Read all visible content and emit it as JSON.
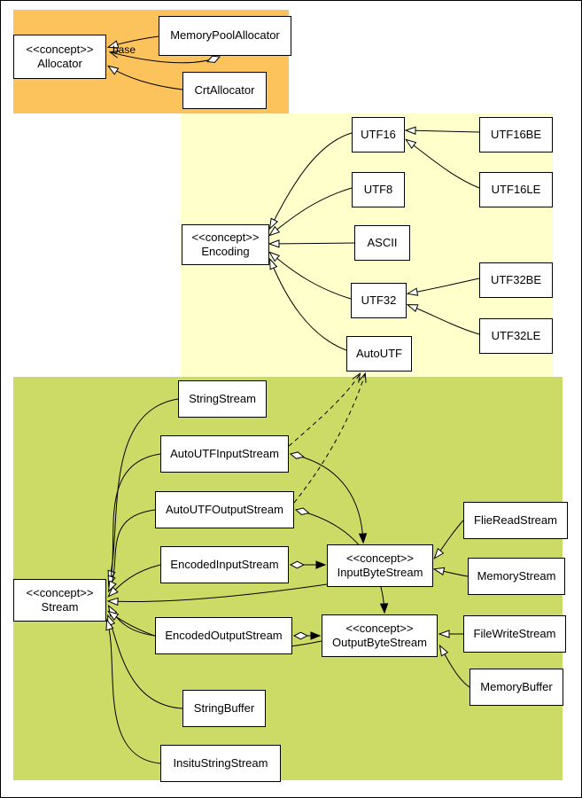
{
  "diagram": {
    "kind": "uml-architecture-diagram",
    "regions": {
      "allocator": {
        "color": "#fcc25c"
      },
      "encoding": {
        "color": "#ffffcc"
      },
      "stream": {
        "color": "#ccdb66"
      }
    }
  },
  "nodes": {
    "allocator": {
      "stereotype": "<<concept>>",
      "name": "Allocator"
    },
    "memory_pool_allocator": {
      "name": "MemoryPoolAllocator"
    },
    "crt_allocator": {
      "name": "CrtAllocator"
    },
    "encoding": {
      "stereotype": "<<concept>>",
      "name": "Encoding"
    },
    "utf16": {
      "name": "UTF16"
    },
    "utf8": {
      "name": "UTF8"
    },
    "ascii": {
      "name": "ASCII"
    },
    "utf32": {
      "name": "UTF32"
    },
    "autoutf": {
      "name": "AutoUTF"
    },
    "utf16be": {
      "name": "UTF16BE"
    },
    "utf16le": {
      "name": "UTF16LE"
    },
    "utf32be": {
      "name": "UTF32BE"
    },
    "utf32le": {
      "name": "UTF32LE"
    },
    "stream": {
      "stereotype": "<<concept>>",
      "name": "Stream"
    },
    "string_stream": {
      "name": "StringStream"
    },
    "autoutf_input_stream": {
      "name": "AutoUTFInputStream"
    },
    "autoutf_output_stream": {
      "name": "AutoUTFOutputStream"
    },
    "encoded_input_stream": {
      "name": "EncodedInputStream"
    },
    "encoded_output_stream": {
      "name": "EncodedOutputStream"
    },
    "string_buffer": {
      "name": "StringBuffer"
    },
    "insitu_string_stream": {
      "name": "InsituStringStream"
    },
    "input_byte_stream": {
      "stereotype": "<<concept>>",
      "name": "InputByteStream"
    },
    "output_byte_stream": {
      "stereotype": "<<concept>>",
      "name": "OutputByteStream"
    },
    "flie_read_stream": {
      "name": "FlieReadStream"
    },
    "memory_stream": {
      "name": "MemoryStream"
    },
    "file_write_stream": {
      "name": "FileWriteStream"
    },
    "memory_buffer": {
      "name": "MemoryBuffer"
    }
  },
  "edge_labels": {
    "base": "base"
  },
  "relationships": [
    {
      "from": "MemoryPoolAllocator",
      "to": "Allocator",
      "type": "realization"
    },
    {
      "from": "MemoryPoolAllocator",
      "to": "Allocator",
      "type": "aggregation",
      "label": "base"
    },
    {
      "from": "CrtAllocator",
      "to": "Allocator",
      "type": "realization"
    },
    {
      "from": "UTF16",
      "to": "Encoding",
      "type": "realization"
    },
    {
      "from": "UTF8",
      "to": "Encoding",
      "type": "realization"
    },
    {
      "from": "ASCII",
      "to": "Encoding",
      "type": "realization"
    },
    {
      "from": "UTF32",
      "to": "Encoding",
      "type": "realization"
    },
    {
      "from": "AutoUTF",
      "to": "Encoding",
      "type": "realization"
    },
    {
      "from": "UTF16BE",
      "to": "UTF16",
      "type": "realization"
    },
    {
      "from": "UTF16LE",
      "to": "UTF16",
      "type": "realization"
    },
    {
      "from": "UTF32BE",
      "to": "UTF32",
      "type": "realization"
    },
    {
      "from": "UTF32LE",
      "to": "UTF32",
      "type": "realization"
    },
    {
      "from": "StringStream",
      "to": "Stream",
      "type": "realization"
    },
    {
      "from": "AutoUTFInputStream",
      "to": "Stream",
      "type": "realization"
    },
    {
      "from": "AutoUTFOutputStream",
      "to": "Stream",
      "type": "realization"
    },
    {
      "from": "EncodedInputStream",
      "to": "Stream",
      "type": "realization"
    },
    {
      "from": "EncodedOutputStream",
      "to": "Stream",
      "type": "realization"
    },
    {
      "from": "StringBuffer",
      "to": "Stream",
      "type": "realization"
    },
    {
      "from": "InsituStringStream",
      "to": "Stream",
      "type": "realization"
    },
    {
      "from": "InputByteStream",
      "to": "Stream",
      "type": "realization"
    },
    {
      "from": "OutputByteStream",
      "to": "Stream",
      "type": "realization"
    },
    {
      "from": "EncodedInputStream",
      "to": "InputByteStream",
      "type": "aggregation"
    },
    {
      "from": "EncodedOutputStream",
      "to": "OutputByteStream",
      "type": "aggregation"
    },
    {
      "from": "AutoUTFInputStream",
      "to": "InputByteStream",
      "type": "aggregation"
    },
    {
      "from": "AutoUTFOutputStream",
      "to": "OutputByteStream",
      "type": "aggregation"
    },
    {
      "from": "AutoUTFInputStream",
      "to": "AutoUTF",
      "type": "dependency"
    },
    {
      "from": "AutoUTFOutputStream",
      "to": "AutoUTF",
      "type": "dependency"
    },
    {
      "from": "FlieReadStream",
      "to": "InputByteStream",
      "type": "realization"
    },
    {
      "from": "MemoryStream",
      "to": "InputByteStream",
      "type": "realization"
    },
    {
      "from": "FileWriteStream",
      "to": "OutputByteStream",
      "type": "realization"
    },
    {
      "from": "MemoryBuffer",
      "to": "OutputByteStream",
      "type": "realization"
    }
  ]
}
